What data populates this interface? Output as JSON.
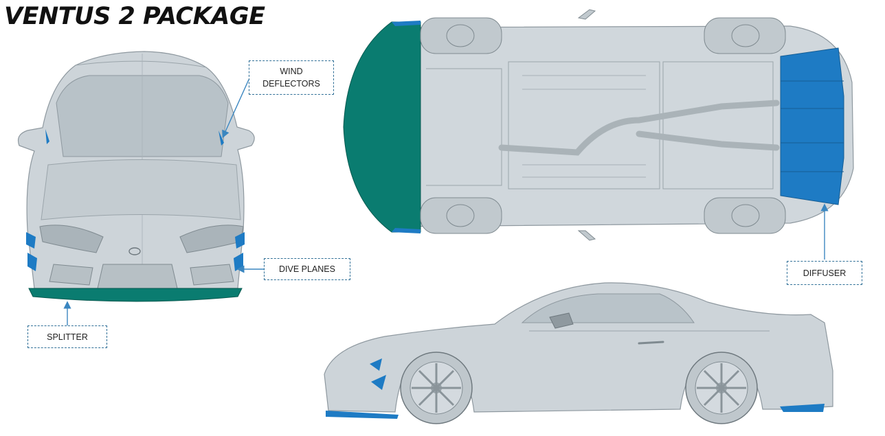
{
  "title": "VENTUS 2 PACKAGE",
  "callouts": {
    "wind_deflectors": "WIND\nDEFLECTORS",
    "dive_planes": "DIVE PLANES",
    "splitter": "SPLITTER",
    "diffuser": "DIFFUSER"
  },
  "colors": {
    "aero_blue": "#1e7bc4",
    "splitter_teal": "#0a7c70",
    "body_grey": "#c9d1d6",
    "callout_border": "#2f6f97"
  }
}
